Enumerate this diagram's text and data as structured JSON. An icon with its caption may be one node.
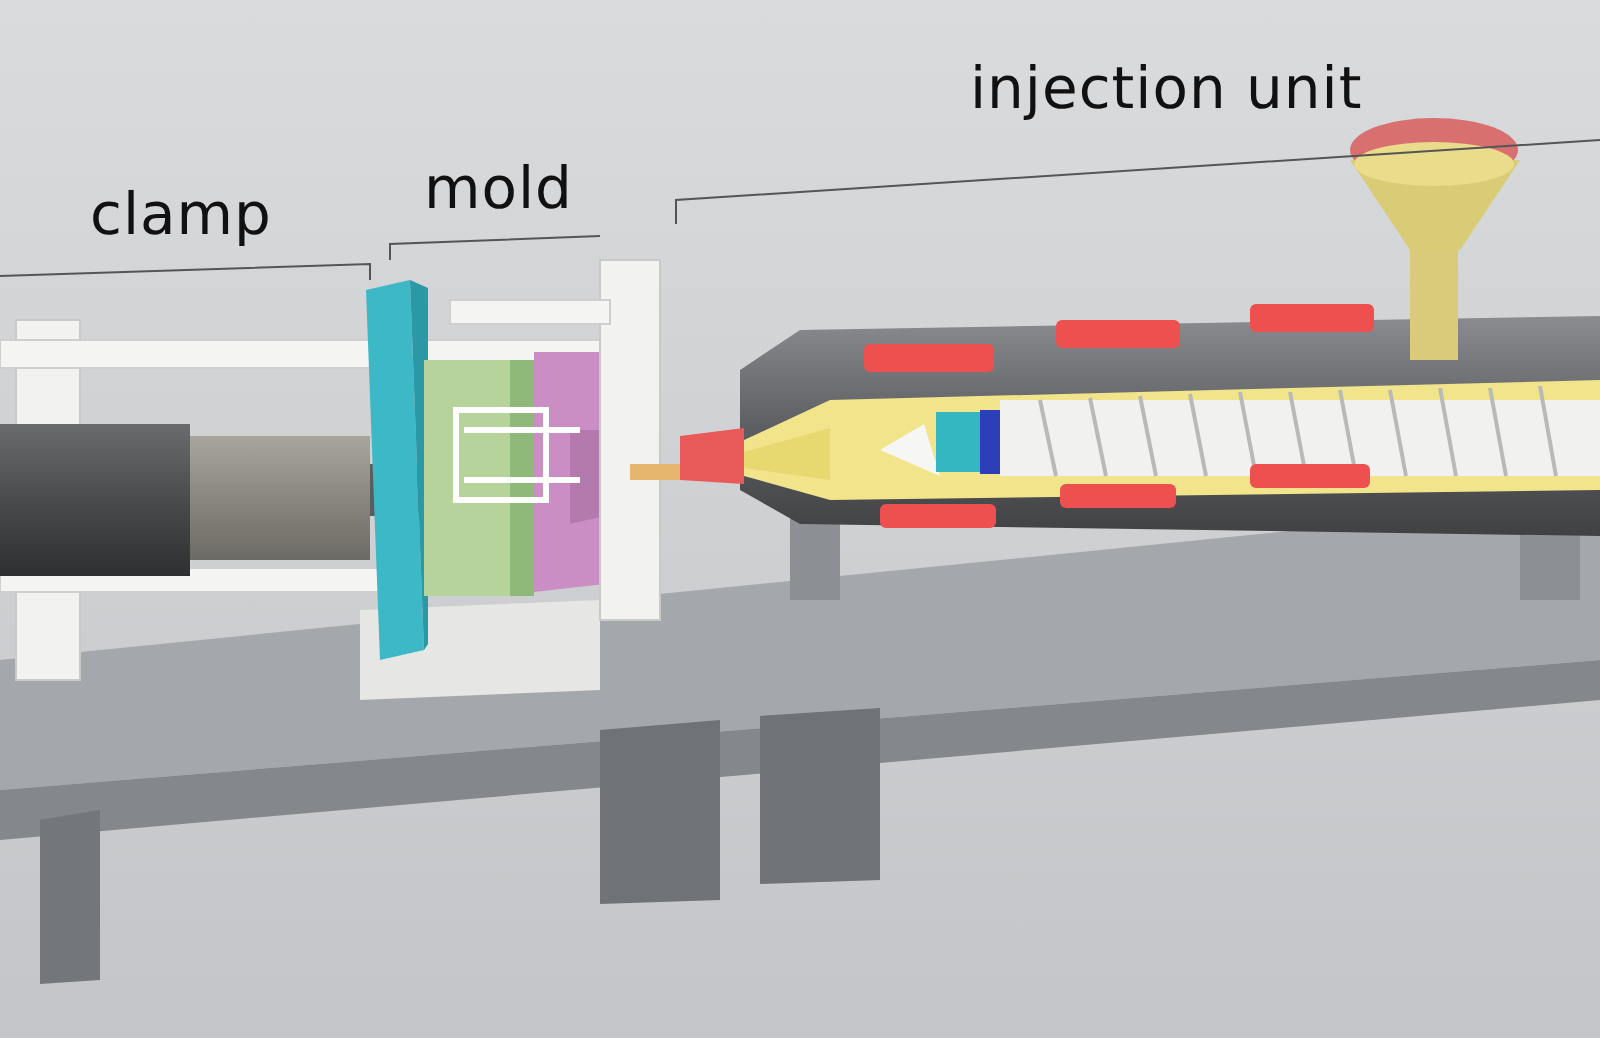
{
  "diagram": {
    "labels": [
      "clamp",
      "mold",
      "injection unit"
    ]
  }
}
